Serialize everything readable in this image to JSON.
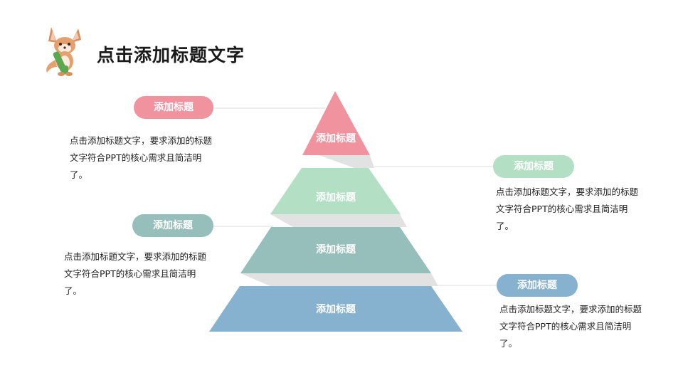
{
  "page": {
    "title": "点击添加标题文字"
  },
  "colors": {
    "pink": "#f0939f",
    "green": "#b3dfc4",
    "teal": "#96bebb",
    "blue": "#86b1cf",
    "connector": "#e2e2e2"
  },
  "pyramid": {
    "layers": [
      {
        "label": "添加标题",
        "color": "pink"
      },
      {
        "label": "添加标题",
        "color": "green"
      },
      {
        "label": "添加标题",
        "color": "teal"
      },
      {
        "label": "添加标题",
        "color": "blue"
      }
    ]
  },
  "callouts": [
    {
      "title": "添加标题",
      "text": "点击添加标题文字，要求添加的标题文字符合PPT的核心需求且简洁明了。",
      "color": "pink"
    },
    {
      "title": "添加标题",
      "text": "点击添加标题文字，要求添加的标题文字符合PPT的核心需求且简洁明了。",
      "color": "green"
    },
    {
      "title": "添加标题",
      "text": "点击添加标题文字，要求添加的标题文字符合PPT的核心需求且简洁明了。",
      "color": "teal"
    },
    {
      "title": "添加标题",
      "text": "点击添加标题文字，要求添加的标题文字符合PPT的核心需求且简洁明了。",
      "color": "blue"
    }
  ]
}
